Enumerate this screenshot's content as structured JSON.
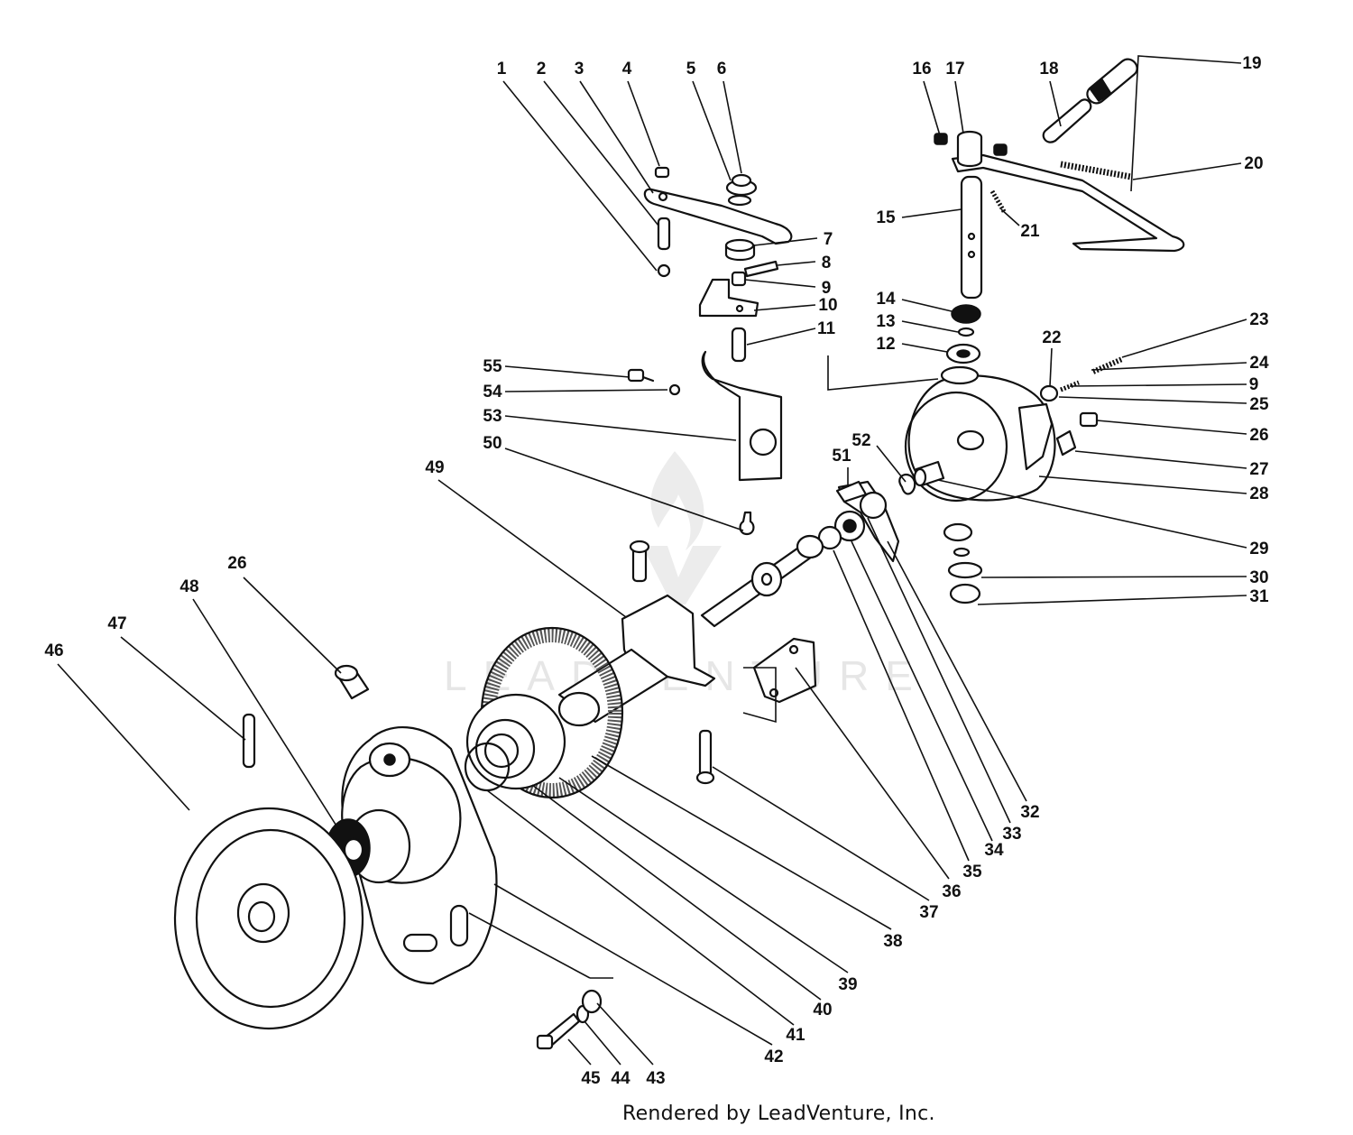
{
  "credit": "Rendered by LeadVenture, Inc.",
  "watermark": {
    "text": "LEADVENTURE",
    "color": "#e6e6e6"
  },
  "callouts": [
    {
      "label": "1"
    },
    {
      "label": "2"
    },
    {
      "label": "3"
    },
    {
      "label": "4"
    },
    {
      "label": "5"
    },
    {
      "label": "6"
    },
    {
      "label": "7"
    },
    {
      "label": "8"
    },
    {
      "label": "9"
    },
    {
      "label": "10"
    },
    {
      "label": "11"
    },
    {
      "label": "12"
    },
    {
      "label": "13"
    },
    {
      "label": "14"
    },
    {
      "label": "15"
    },
    {
      "label": "16"
    },
    {
      "label": "17"
    },
    {
      "label": "18"
    },
    {
      "label": "19"
    },
    {
      "label": "20"
    },
    {
      "label": "21"
    },
    {
      "label": "22"
    },
    {
      "label": "23"
    },
    {
      "label": "24"
    },
    {
      "label": "9"
    },
    {
      "label": "25"
    },
    {
      "label": "26"
    },
    {
      "label": "27"
    },
    {
      "label": "28"
    },
    {
      "label": "29"
    },
    {
      "label": "30"
    },
    {
      "label": "31"
    },
    {
      "label": "32"
    },
    {
      "label": "33"
    },
    {
      "label": "34"
    },
    {
      "label": "35"
    },
    {
      "label": "36"
    },
    {
      "label": "37"
    },
    {
      "label": "38"
    },
    {
      "label": "39"
    },
    {
      "label": "40"
    },
    {
      "label": "41"
    },
    {
      "label": "42"
    },
    {
      "label": "43"
    },
    {
      "label": "44"
    },
    {
      "label": "45"
    },
    {
      "label": "46"
    },
    {
      "label": "47"
    },
    {
      "label": "48"
    },
    {
      "label": "26"
    },
    {
      "label": "49"
    },
    {
      "label": "50"
    },
    {
      "label": "51"
    },
    {
      "label": "52"
    },
    {
      "label": "53"
    },
    {
      "label": "54"
    },
    {
      "label": "55"
    }
  ]
}
